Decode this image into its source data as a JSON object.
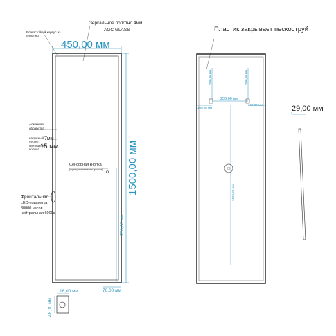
{
  "front": {
    "housing": "Влагостойкий корпус из пластика",
    "mirror_cloth": "Зеркальное полотно 4мм",
    "agc": "AGC GLASS",
    "width_dim": "450,00 мм",
    "height_dim": "1500,00 мм",
    "edge_label": "Алмазная обработка",
    "indent_label": "наружный отступ",
    "indent_value": "7мм",
    "strip_label": "светящейся полоса",
    "strip_value": "15 мм",
    "touch_button": "Сенсорная кнопка",
    "touch_sub": "(функция изменения яркости)",
    "frontal": "Фронтальная",
    "led": "LED-подсветка",
    "hours": "30000 часов",
    "neutral": "нейтральная 6000к",
    "bottom_dim": "70,00 мм",
    "button_height_dim": "750,00 мм",
    "icon_w": "18,00 мм",
    "icon_h": "48,00 мм"
  },
  "back": {
    "title": "Пластик закрывает пескоструй",
    "top_left_dim": "200,00 мм",
    "top_right_dim": "200,00 мм",
    "left_dim": "100,00 мм",
    "mid_dim": "250,00 мм",
    "right_dim": "100,00 мм",
    "center_dim": "1250,00 мм"
  },
  "side": {
    "thickness": "29,00 мм"
  }
}
